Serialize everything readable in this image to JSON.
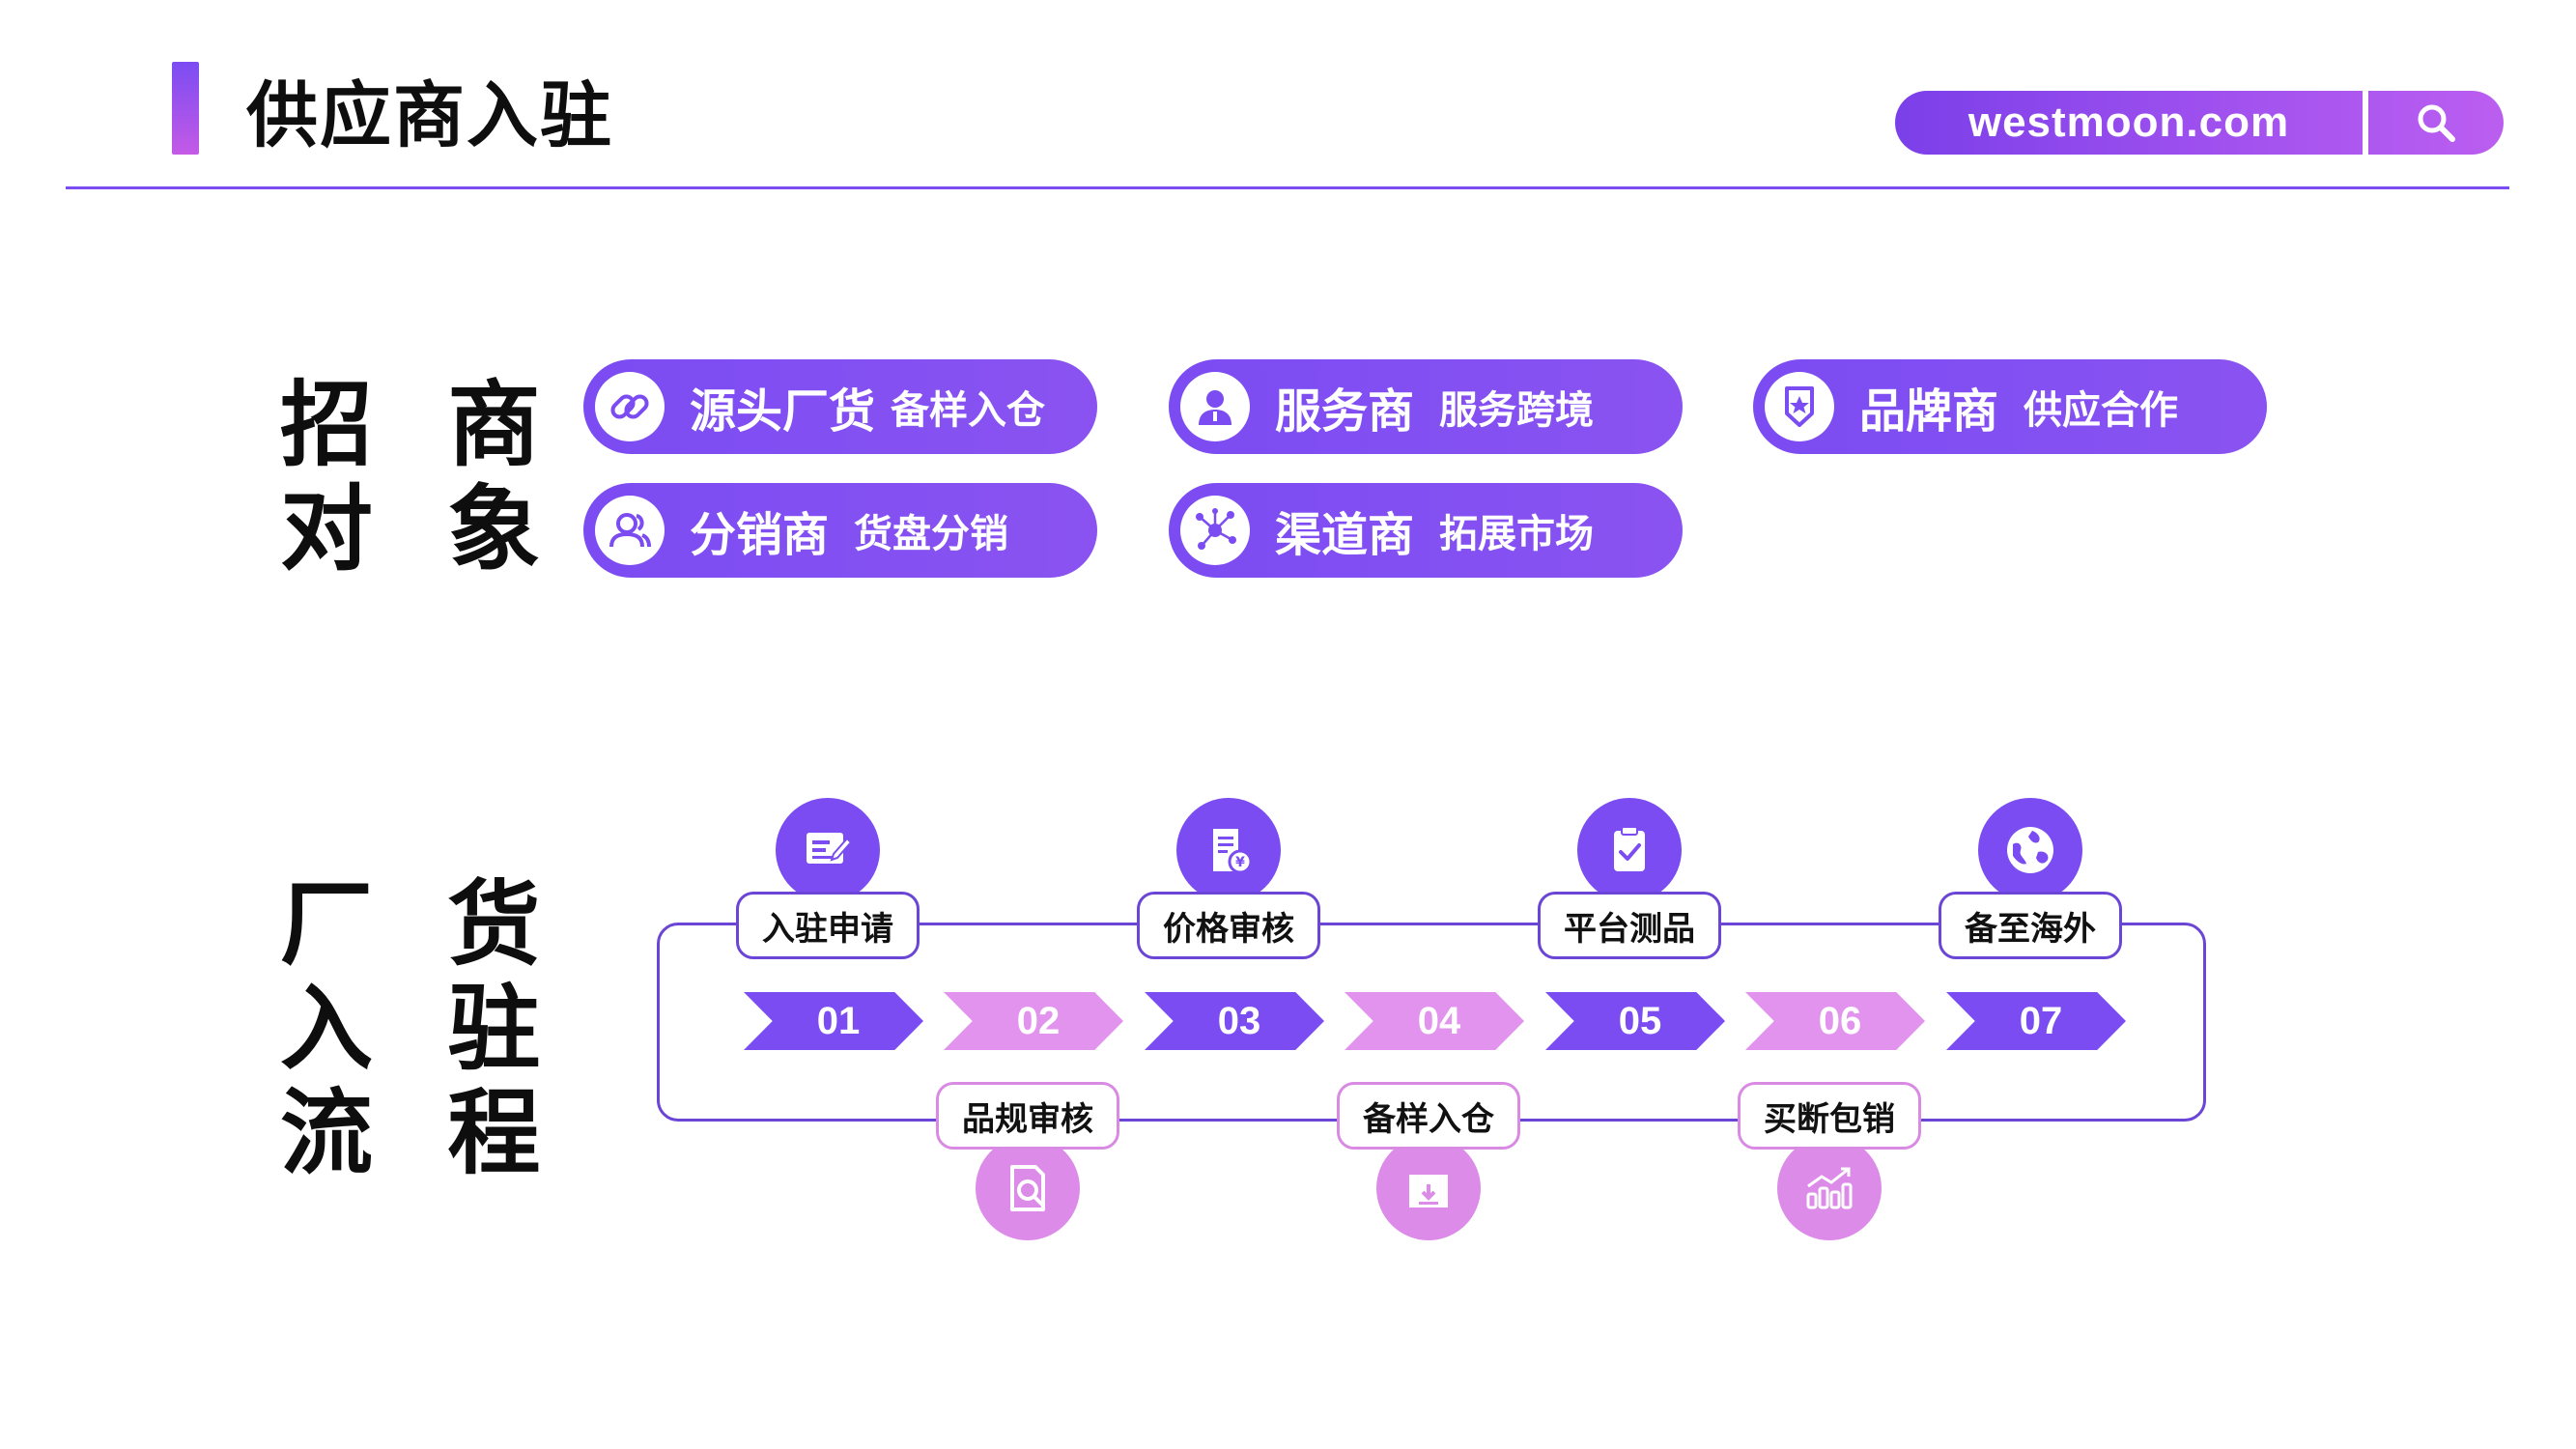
{
  "header": {
    "title": "供应商入驻",
    "search_text": "westmoon.com",
    "search_icon": "search-icon"
  },
  "colors": {
    "primary": "#7b4cf2",
    "pink": "#dc8be8",
    "pink_light": "#e293ee",
    "text": "#111111"
  },
  "recruit": {
    "heading": [
      "招 商",
      "对 象"
    ],
    "items": [
      {
        "main": "源头厂货",
        "sub": "备样入仓",
        "icon": "link-icon"
      },
      {
        "main": "服务商",
        "sub": "服务跨境",
        "icon": "person-icon"
      },
      {
        "main": "品牌商",
        "sub": "供应合作",
        "icon": "badge-star-icon"
      },
      {
        "main": "分销商",
        "sub": "货盘分销",
        "icon": "users-icon"
      },
      {
        "main": "渠道商",
        "sub": "拓展市场",
        "icon": "network-icon"
      }
    ]
  },
  "process": {
    "heading": [
      "厂 货",
      "入 驻",
      "流 程"
    ],
    "steps": [
      {
        "num": "01",
        "label": "入驻申请",
        "icon": "form-icon"
      },
      {
        "num": "02",
        "label": "品规审核",
        "icon": "document-search-icon"
      },
      {
        "num": "03",
        "label": "价格审核",
        "icon": "invoice-icon"
      },
      {
        "num": "04",
        "label": "备样入仓",
        "icon": "box-inbound-icon"
      },
      {
        "num": "05",
        "label": "平台测品",
        "icon": "clipboard-check-icon"
      },
      {
        "num": "06",
        "label": "买断包销",
        "icon": "growth-chart-icon"
      },
      {
        "num": "07",
        "label": "备至海外",
        "icon": "globe-icon"
      }
    ]
  }
}
